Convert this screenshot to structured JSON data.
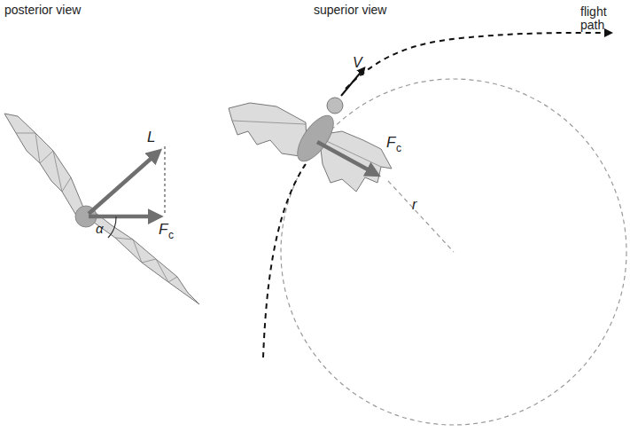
{
  "diagram": {
    "labels": [
      "posterior view",
      "superior view",
      "flight path",
      "L",
      "α",
      "F",
      "c",
      "V",
      "F",
      "c",
      "r"
    ]
  }
}
